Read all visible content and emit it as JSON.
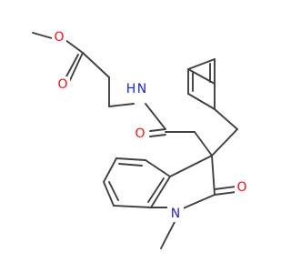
{
  "colors": {
    "bond": "#404040",
    "oxygen": "#ff0d0d",
    "nitrogen": "#1f1fe0",
    "background": "#ffffff"
  },
  "atoms": [
    {
      "id": "o_ester",
      "label": "O",
      "element": "oxygen"
    },
    {
      "id": "o_carbonyl_ester",
      "label": "O",
      "element": "oxygen"
    },
    {
      "id": "n_amide",
      "label": "H N",
      "element": "nitrogen"
    },
    {
      "id": "o_amide",
      "label": "O",
      "element": "oxygen"
    },
    {
      "id": "o_lactam",
      "label": "O",
      "element": "oxygen"
    },
    {
      "id": "n_ring",
      "label": "N",
      "element": "nitrogen"
    }
  ]
}
